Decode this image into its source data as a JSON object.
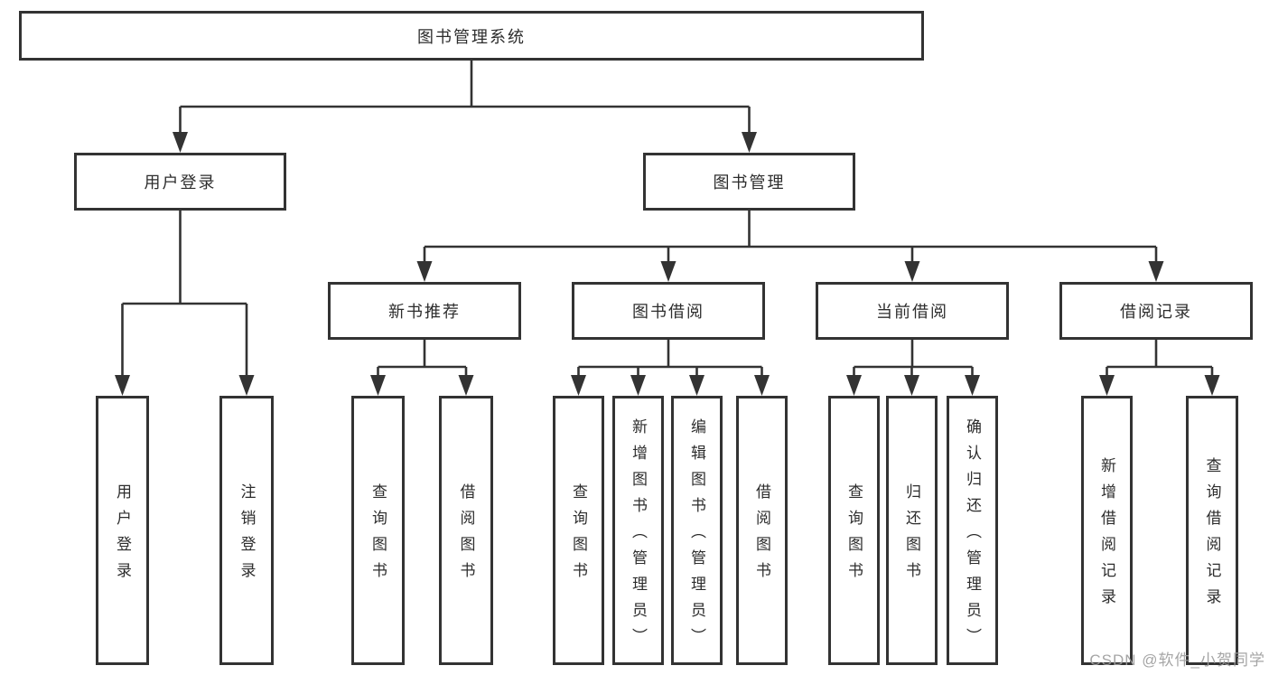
{
  "diagram": {
    "root": {
      "label": "图书管理系统",
      "children": [
        {
          "label": "用户登录",
          "children": [
            {
              "label": "用户登录"
            },
            {
              "label": "注销登录"
            }
          ]
        },
        {
          "label": "图书管理",
          "children": [
            {
              "label": "新书推荐",
              "children": [
                {
                  "label": "查询图书"
                },
                {
                  "label": "借阅图书"
                }
              ]
            },
            {
              "label": "图书借阅",
              "children": [
                {
                  "label": "查询图书"
                },
                {
                  "label": "新增图书（管理员）"
                },
                {
                  "label": "编辑图书（管理员）"
                },
                {
                  "label": "借阅图书"
                }
              ]
            },
            {
              "label": "当前借阅",
              "children": [
                {
                  "label": "查询图书"
                },
                {
                  "label": "归还图书"
                },
                {
                  "label": "确认归还（管理员）"
                }
              ]
            },
            {
              "label": "借阅记录",
              "children": [
                {
                  "label": "新增借阅记录"
                },
                {
                  "label": "查询借阅记录"
                }
              ]
            }
          ]
        }
      ]
    }
  },
  "watermark": {
    "text": "CSDN @软件_小贺同学"
  },
  "colors": {
    "line": "#333333",
    "border": "#333333",
    "text": "#2d2d2d",
    "watermark": "#9e9e9e",
    "background": "#ffffff"
  }
}
